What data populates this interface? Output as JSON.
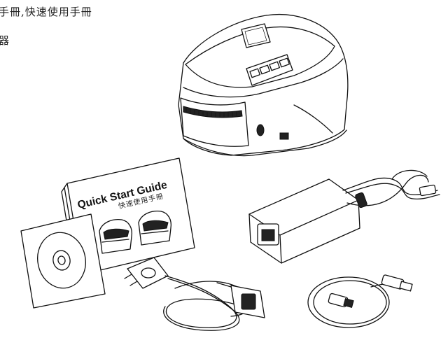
{
  "text": {
    "line1": "手冊,快速使用手冊",
    "line2": "器"
  },
  "guide": {
    "title": "Quick Start Guide",
    "subtitle": "快速使用手冊"
  }
}
